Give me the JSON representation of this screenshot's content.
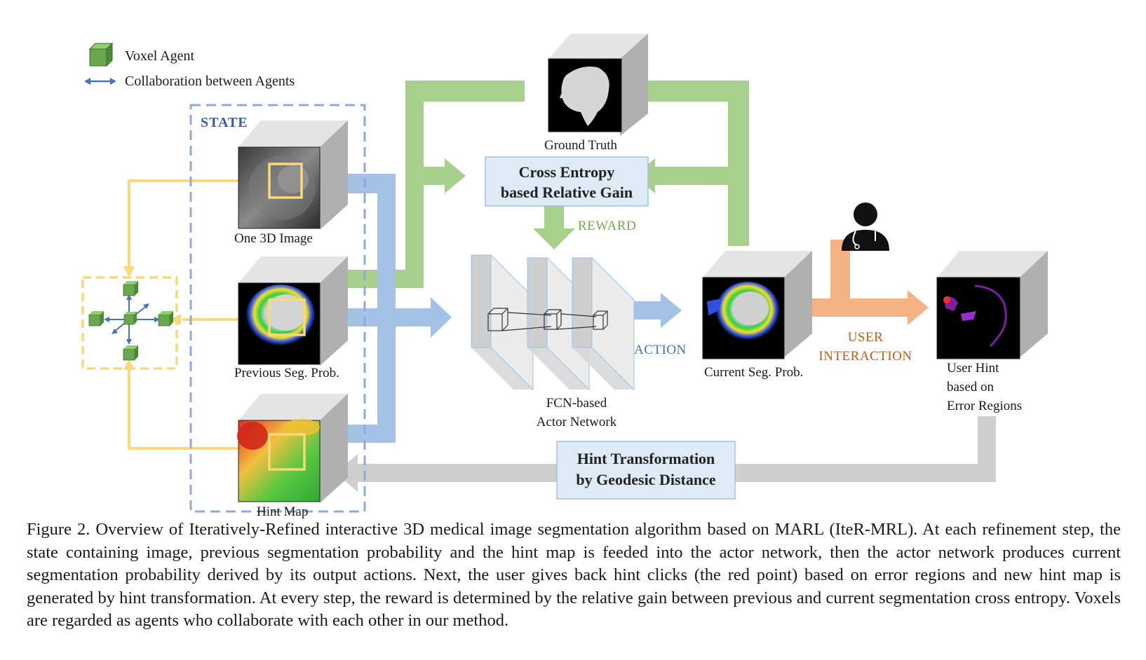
{
  "legend": {
    "voxel_agent": "Voxel Agent",
    "collaboration": "Collaboration between Agents"
  },
  "state": {
    "title": "STATE",
    "image_label": "One 3D Image",
    "prev_seg_label": "Previous Seg. Prob.",
    "hint_map_label": "Hint Map"
  },
  "ground_truth_label": "Ground Truth",
  "cross_entropy": {
    "line1": "Cross Entropy",
    "line2": "based Relative Gain"
  },
  "reward_label": "REWARD",
  "action_label": "ACTION",
  "fcn": {
    "line1": "FCN-based",
    "line2": "Actor Network"
  },
  "current_seg_label": "Current Seg. Prob.",
  "user_interaction": {
    "line1": "USER",
    "line2": "INTERACTION"
  },
  "user_hint": {
    "line1": "User Hint",
    "line2": "based on",
    "line3": "Error Regions"
  },
  "hint_transformation": {
    "line1": "Hint Transformation",
    "line2": "by Geodesic Distance"
  },
  "caption": "Figure 2. Overview of Iteratively-Refined interactive 3D medical image segmentation algorithm based on MARL (IteR-MRL). At each refinement step, the state containing image, previous segmentation probability and the hint map is feeded into the actor network, then the actor network produces current segmentation probability derived by its output actions. Next, the user gives back hint clicks (the red point) based on error regions and new hint map is generated by hint transformation. At every step, the reward is determined by the relative gain between previous and current segmentation cross entropy. Voxels are regarded as agents who collaborate with each other in our method.",
  "colors": {
    "green_arrow": "#a8d08d",
    "blue_arrow": "#a4c2e4",
    "gray_arrow": "#cfcfcf",
    "orange_arrow": "#f4b183",
    "yellow_line": "#f9d97a",
    "state_dash": "#8eaadb",
    "state_title": "#3b5ba5",
    "reward_text": "#70ad47",
    "action_text": "#4472c4",
    "interaction_text": "#c55a11",
    "box_fill": "#deebf7",
    "agent_green": "#6aa84f"
  }
}
